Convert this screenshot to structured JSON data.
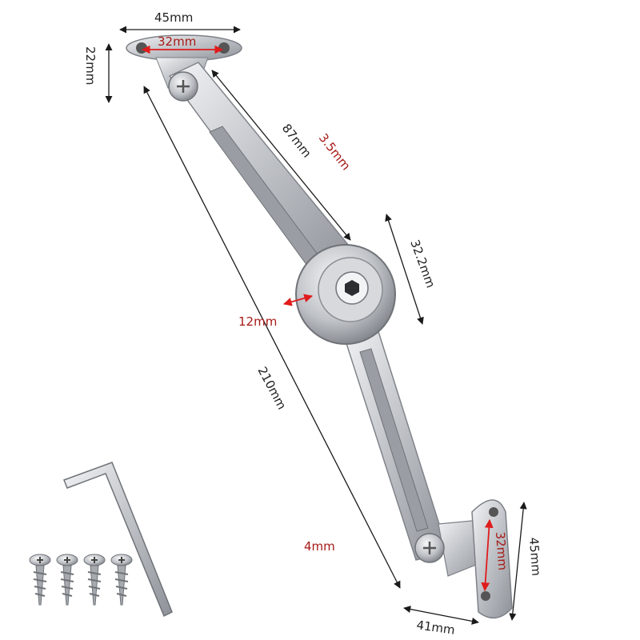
{
  "colors": {
    "dimension_text": "#222222",
    "accent_dimension_text": "#a61a16",
    "accent_arrow": "#e01b1b",
    "dimension_line": "#1a1a1a",
    "metal": "#c9ccd0"
  },
  "dimensions": {
    "top_plate_width": "45mm",
    "top_hole_spacing": "32mm",
    "top_plate_height": "22mm",
    "upper_arm_length": "87mm",
    "arm_thickness": "3.5mm",
    "hub_diameter": "32.2mm",
    "hub_bolt": "12mm",
    "total_length": "210mm",
    "lower_thickness": "4mm",
    "bottom_hole_spacing": "32mm",
    "bottom_plate_height": "45mm",
    "bottom_plate_width": "41mm"
  },
  "accessories": {
    "hex_key_icon": "allen-key-icon",
    "screw_icon": "screw-icon",
    "screw_count": 4
  }
}
